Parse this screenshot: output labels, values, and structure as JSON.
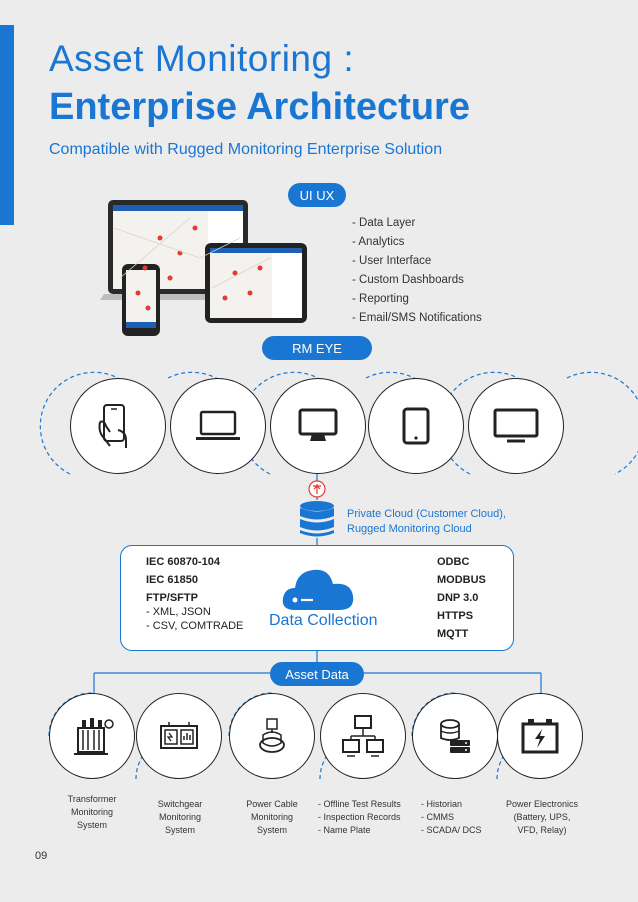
{
  "header": {
    "title_line1": "Asset Monitoring :",
    "title_line2": "Enterprise Architecture",
    "subtitle": "Compatible with Rugged Monitoring Enterprise Solution"
  },
  "ui_ux": {
    "pill_label": "UI UX",
    "features": [
      "- Data Layer",
      "- Analytics",
      "- User Interface",
      "- Custom Dashboards",
      "- Reporting",
      "- Email/SMS Notifications"
    ]
  },
  "rm_eye": {
    "pill_label": "RM EYE"
  },
  "cloud": {
    "note_line1": "Private Cloud (Customer Cloud),",
    "note_line2": "Rugged Monitoring Cloud"
  },
  "data_collection": {
    "label": "Data Collection",
    "left_protocols": [
      "IEC 60870-104",
      "IEC 61850",
      "FTP/SFTP"
    ],
    "left_subitems": [
      "- XML, JSON",
      "- CSV, COMTRADE"
    ],
    "right_protocols": [
      "ODBC",
      "MODBUS",
      "DNP 3.0",
      "HTTPS",
      "MQTT"
    ]
  },
  "asset_data": {
    "pill_label": "Asset Data",
    "items": [
      {
        "l1": "Transformer",
        "l2": "Monitoring",
        "l3": "System"
      },
      {
        "l1": "Switchgear",
        "l2": "Monitoring",
        "l3": "System"
      },
      {
        "l1": "Power Cable",
        "l2": "Monitoring",
        "l3": "System"
      },
      {
        "l1": "- Offline Test Results",
        "l2": "- Inspection Records",
        "l3": "- Name Plate"
      },
      {
        "l1": "- Historian",
        "l2": "- CMMS",
        "l3": "- SCADA/ DCS"
      },
      {
        "l1": "Power Electronics",
        "l2": "(Battery, UPS,",
        "l3": "VFD, Relay)"
      }
    ]
  },
  "page": {
    "number": "09"
  },
  "colors": {
    "accent": "#1976d2",
    "background": "#ececec",
    "ink": "#222222"
  }
}
